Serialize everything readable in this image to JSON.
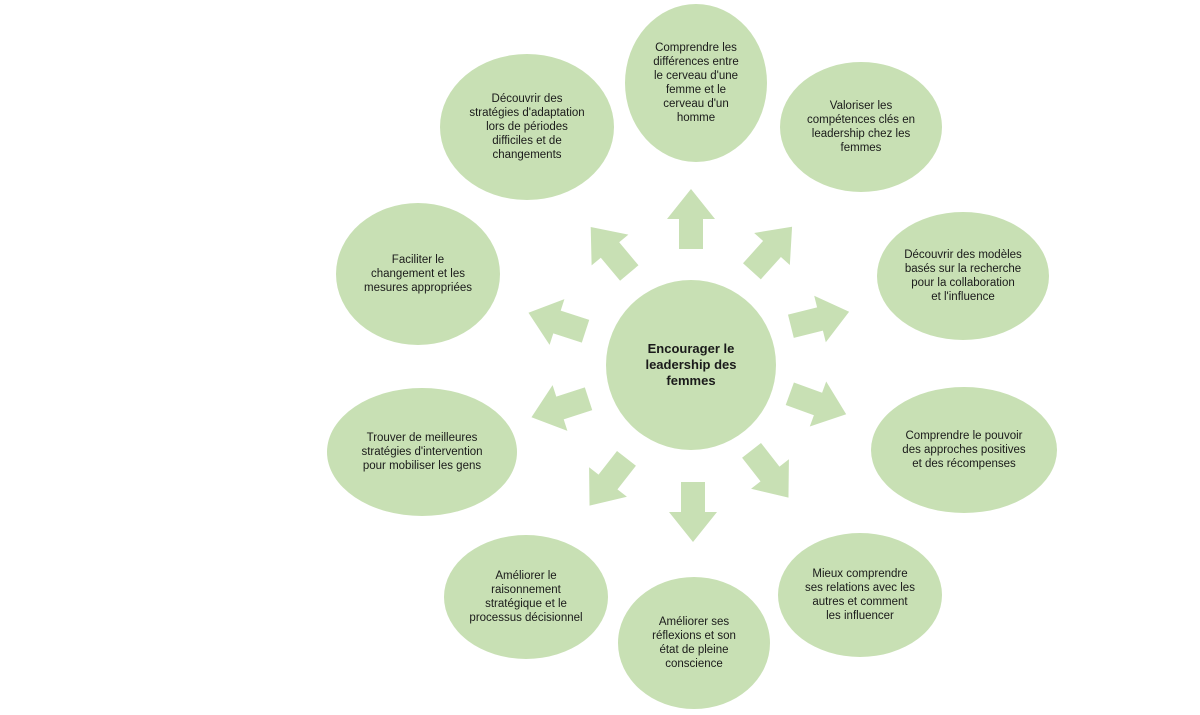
{
  "diagram": {
    "center": "Encourager le\nleadership des\nfemmes",
    "nodes": [
      "Comprendre les\ndifférences entre\nle cerveau d'une\nfemme et le\ncerveau d'un\nhomme",
      "Valoriser les\ncompétences clés en\nleadership chez les\nfemmes",
      "Découvrir des modèles\nbasés sur la recherche\npour la collaboration\net  l'influence",
      "Comprendre le pouvoir\ndes approches positives\net des récompenses",
      "Mieux comprendre\nses relations avec les\nautres et comment\nles influencer",
      "Améliorer ses\nréflexions et son\nétat de pleine\nconscience",
      "Améliorer le\nraisonnement\nstratégique et le\nprocessus décisionnel",
      "Trouver de meilleures\nstratégies d'intervention\npour mobiliser les gens",
      "Faciliter le\nchangement et les\nmesures appropriées",
      "Découvrir des\nstratégies d'adaptation\nlors de périodes\ndifficiles et de\nchangements"
    ],
    "colors": {
      "fill": "#c8e0b4",
      "text": "#1a1a1a"
    }
  }
}
